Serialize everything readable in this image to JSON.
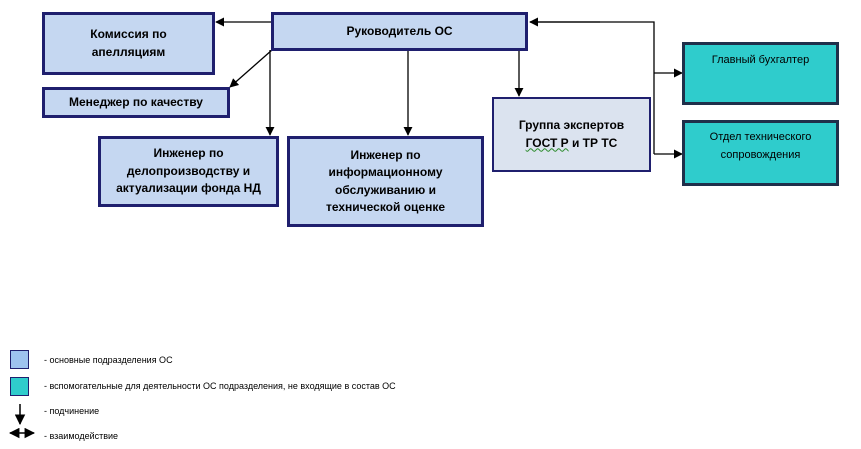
{
  "boxes": {
    "head": "Руководитель ОС",
    "appeals": "Комиссия  по апелляциям",
    "quality": "Менеджер по качеству",
    "records": "Инженер по делопроизводству и актуализации  фонда НД",
    "info": "Инженер по информационному обслуживанию  и технической оценке",
    "experts_line1": "Группа экспертов",
    "experts_gost": "ГОСТ Р",
    "experts_rest": " и ТР ТС",
    "accountant": "Главный бухгалтер",
    "tech_support": "Отдел технического сопровождения"
  },
  "legend": {
    "main_units": "- основные подразделения ОС",
    "aux_units": "- вспомогательные для деятельности ОС подразделения, не входящие в состав ОС",
    "subordination": "- подчинение",
    "interaction": "- взаимодействие"
  },
  "colors": {
    "main_fill": "#c5d7f1",
    "aux_fill": "#2fcccc",
    "border": "#1f1f6e"
  }
}
